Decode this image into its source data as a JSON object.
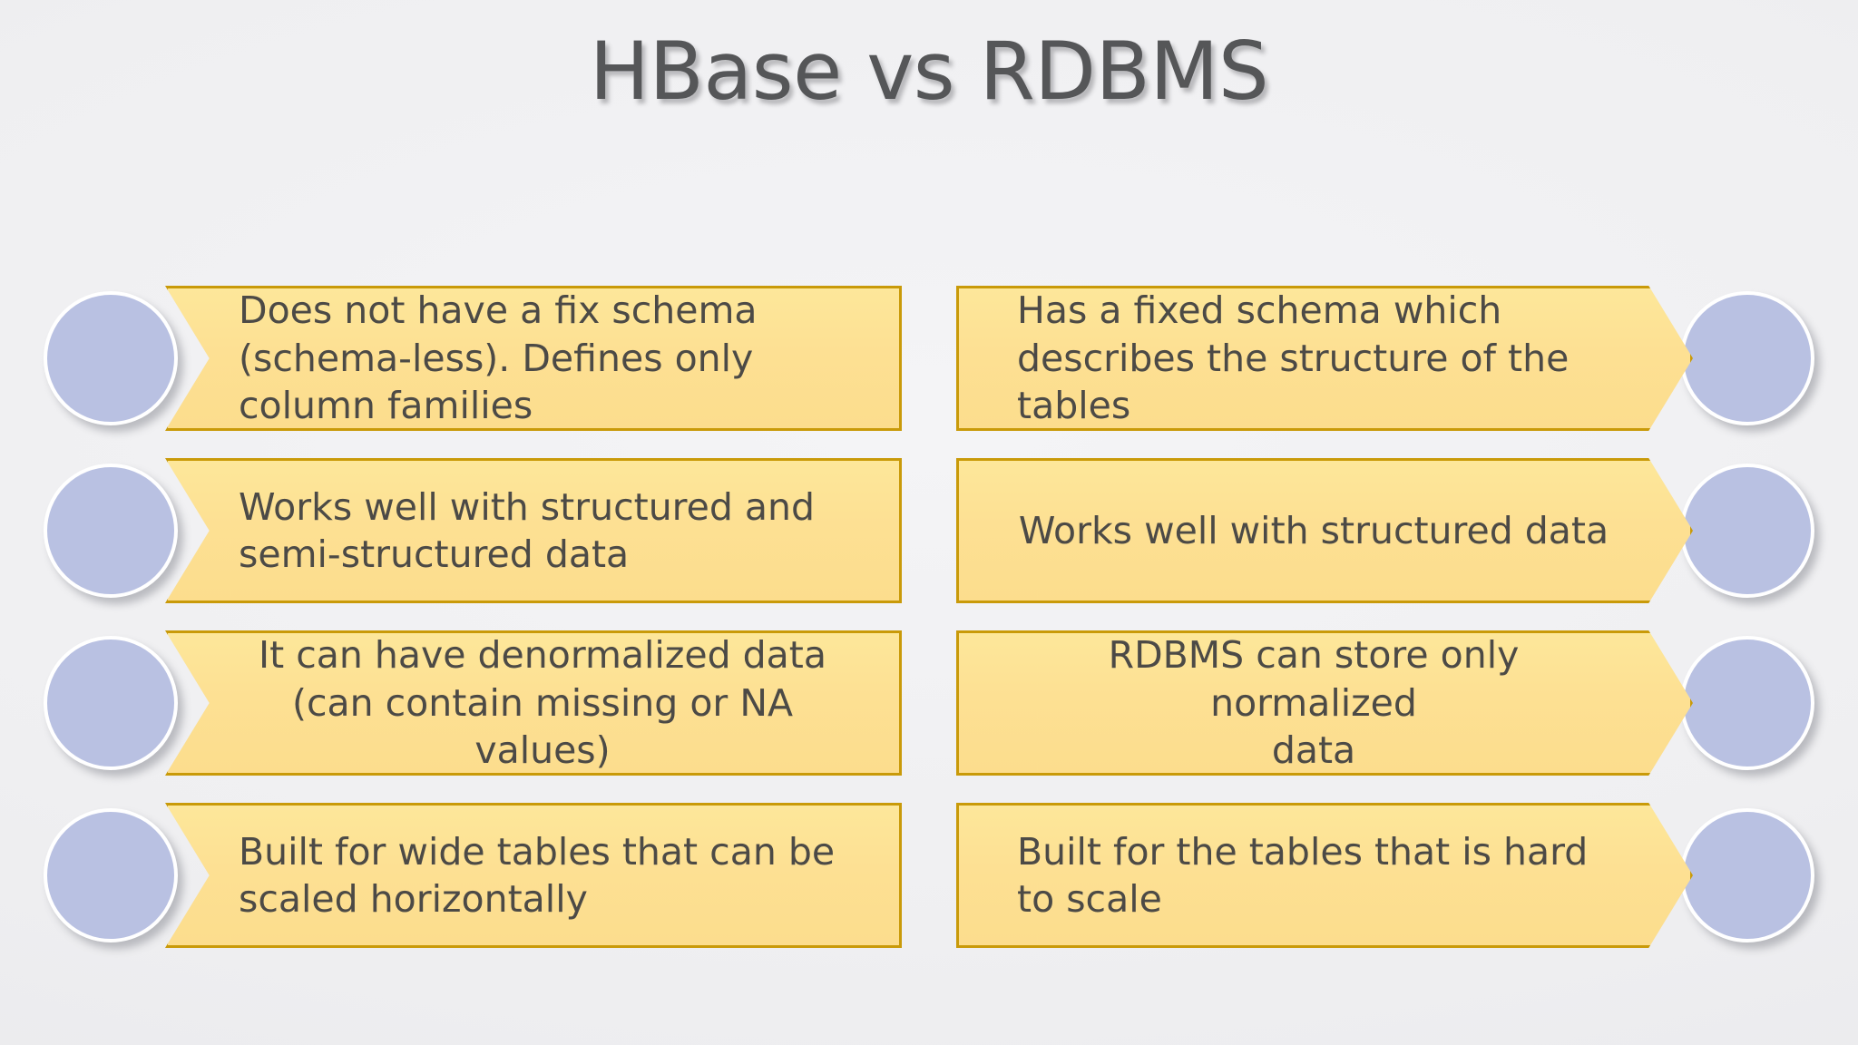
{
  "slide": {
    "title": "HBase vs RDBMS",
    "background_color": "#f1f1f3",
    "title_color": "#555658",
    "plaque_fill_color": "#fde093",
    "plaque_border_color": "#c99a09",
    "circle_color": "#b9c1e2",
    "circle_border_color": "#ffffff",
    "text_color": "#4c4a46"
  },
  "rows": [
    {
      "left": {
        "text": "Does not have a fix schema\n(schema-less). Defines only\ncolumn families",
        "align": "align-left"
      },
      "right": {
        "text": "Has a fixed schema which\ndescribes the structure of the\ntables",
        "align": "align-left"
      }
    },
    {
      "left": {
        "text": "Works well with structured and\nsemi-structured data",
        "align": "align-left"
      },
      "right": {
        "text": "Works well with structured data",
        "align": "align-center"
      }
    },
    {
      "left": {
        "text": "It can have denormalized data\n(can contain missing or NA values)",
        "align": "align-center"
      },
      "right": {
        "text": "RDBMS can store only normalized\ndata",
        "align": "align-center"
      }
    },
    {
      "left": {
        "text": "Built for wide tables that can be\nscaled horizontally",
        "align": "align-left"
      },
      "right": {
        "text": "Built for the tables that is hard\nto scale",
        "align": "align-left"
      }
    }
  ]
}
